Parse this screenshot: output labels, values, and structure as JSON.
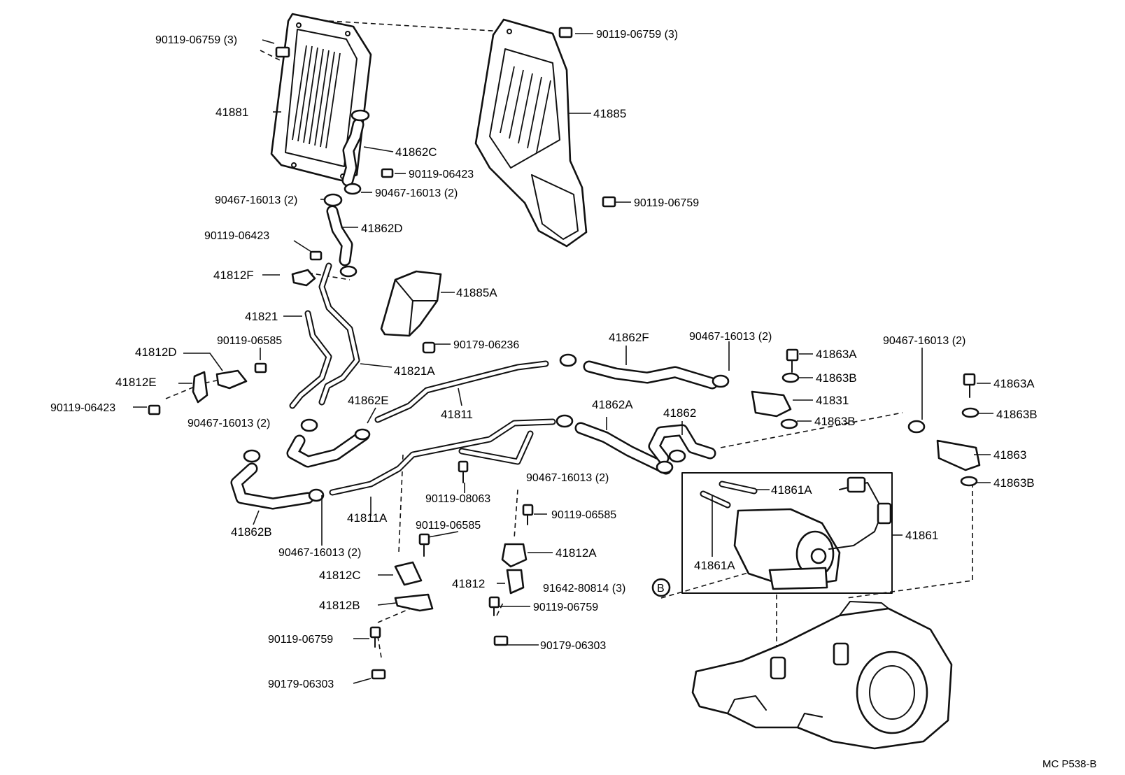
{
  "labels": {
    "p90119_06759_3_left": "90119-06759 (3)",
    "p90119_06759_3_right": "90119-06759 (3)",
    "p41881": "41881",
    "p41885": "41885",
    "p41862C": "41862C",
    "p90119_06423_a": "90119-06423",
    "p90467_16013_2_a": "90467-16013 (2)",
    "p90467_16013_2_b": "90467-16013 (2)",
    "p90119_06759_b": "90119-06759",
    "p41862D": "41862D",
    "p90119_06423_b": "90119-06423",
    "p41812F": "41812F",
    "p41885A": "41885A",
    "p41821": "41821",
    "p90179_06236": "90179-06236",
    "p90119_06585_a": "90119-06585",
    "p41812D": "41812D",
    "p41862F": "41862F",
    "p90467_16013_2_c": "90467-16013 (2)",
    "p90467_16013_2_d": "90467-16013 (2)",
    "p41863A_a": "41863A",
    "p41821A": "41821A",
    "p41812E": "41812E",
    "p41863B_a": "41863B",
    "p41863A_b": "41863A",
    "p41831": "41831",
    "p90119_06423_c": "90119-06423",
    "p41862E": "41862E",
    "p41811": "41811",
    "p41862A": "41862A",
    "p41862": "41862",
    "p41863B_b": "41863B",
    "p41863B_c": "41863B",
    "p90467_16013_2_e": "90467-16013 (2)",
    "p41863": "41863",
    "p90467_16013_2_f": "90467-16013 (2)",
    "p41861A_a": "41861A",
    "p41863B_d": "41863B",
    "p90119_08063": "90119-08063",
    "p90119_06585_b": "90119-06585",
    "p41862B": "41862B",
    "p41811A": "41811A",
    "p90119_06585_c": "90119-06585",
    "p41861": "41861",
    "p41861A_b": "41861A",
    "p90467_16013_2_g": "90467-16013 (2)",
    "p41812A": "41812A",
    "p41812C": "41812C",
    "p41812": "41812",
    "p91642_80814_3": "91642-80814 (3)",
    "ref_B": "B",
    "p41812B": "41812B",
    "p90119_06759_c": "90119-06759",
    "p90119_06759_d": "90119-06759",
    "p90179_06303_a": "90179-06303",
    "p90179_06303_b": "90179-06303",
    "diagram_code": "MC P538-B"
  }
}
